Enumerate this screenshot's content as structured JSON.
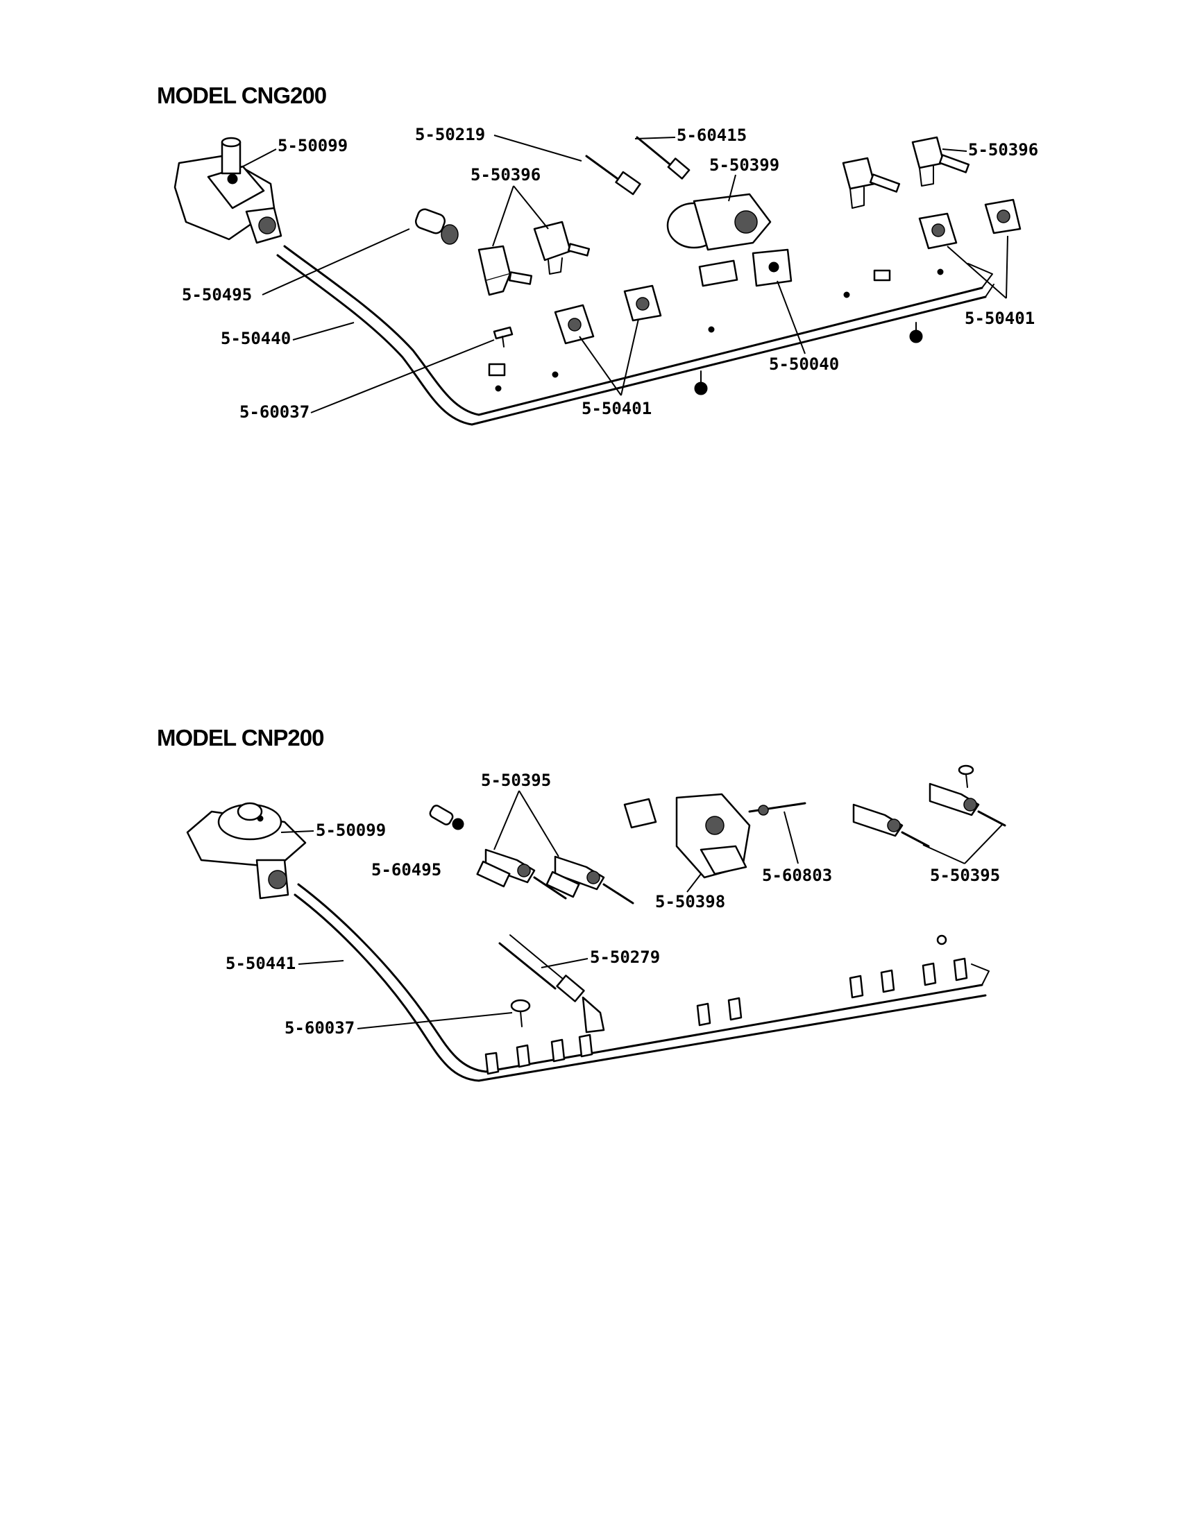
{
  "sections": [
    {
      "title": "MODEL CNG200",
      "callouts": [
        "5-50099",
        "5-50219",
        "5-60415",
        "5-50396",
        "5-50399",
        "5-50396",
        "5-50495",
        "5-50440",
        "5-60037",
        "5-50401",
        "5-50040",
        "5-50401"
      ]
    },
    {
      "title": "MODEL CNP200",
      "callouts": [
        "5-50395",
        "5-50099",
        "5-60495",
        "5-50398",
        "5-60803",
        "5-50395",
        "5-50441",
        "5-50279",
        "5-60037"
      ]
    }
  ]
}
